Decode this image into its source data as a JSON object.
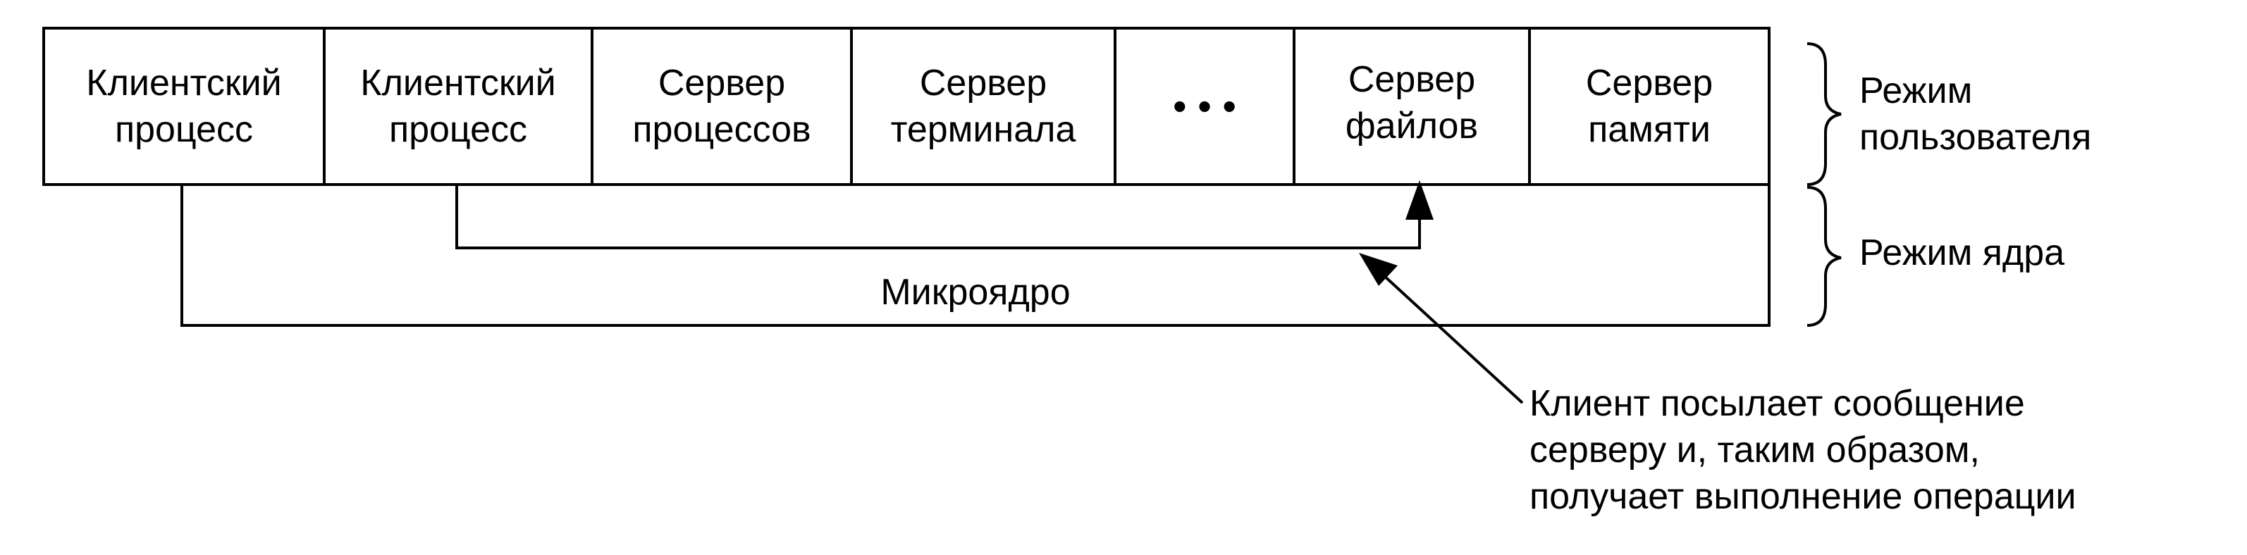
{
  "user_mode_row": {
    "cells": [
      {
        "line1": "Клиентский",
        "line2": "процесс"
      },
      {
        "line1": "Клиентский",
        "line2": "процесс"
      },
      {
        "line1": "Сервер",
        "line2": "процессов"
      },
      {
        "line1": "Сервер",
        "line2": "терминала"
      },
      {
        "line1": "• • •",
        "line2": ""
      },
      {
        "line1": "Сервер",
        "line2": "файлов"
      },
      {
        "line1": "Сервер",
        "line2": "памяти"
      }
    ]
  },
  "kernel_label": "Микроядро",
  "modes": {
    "user": {
      "line1": "Режим",
      "line2": "пользователя"
    },
    "kernel": "Режим ядра"
  },
  "callout": {
    "line1": "Клиент посылает сообщение",
    "line2": "серверу и, таким образом,",
    "line3": "получает выполнение операции"
  }
}
